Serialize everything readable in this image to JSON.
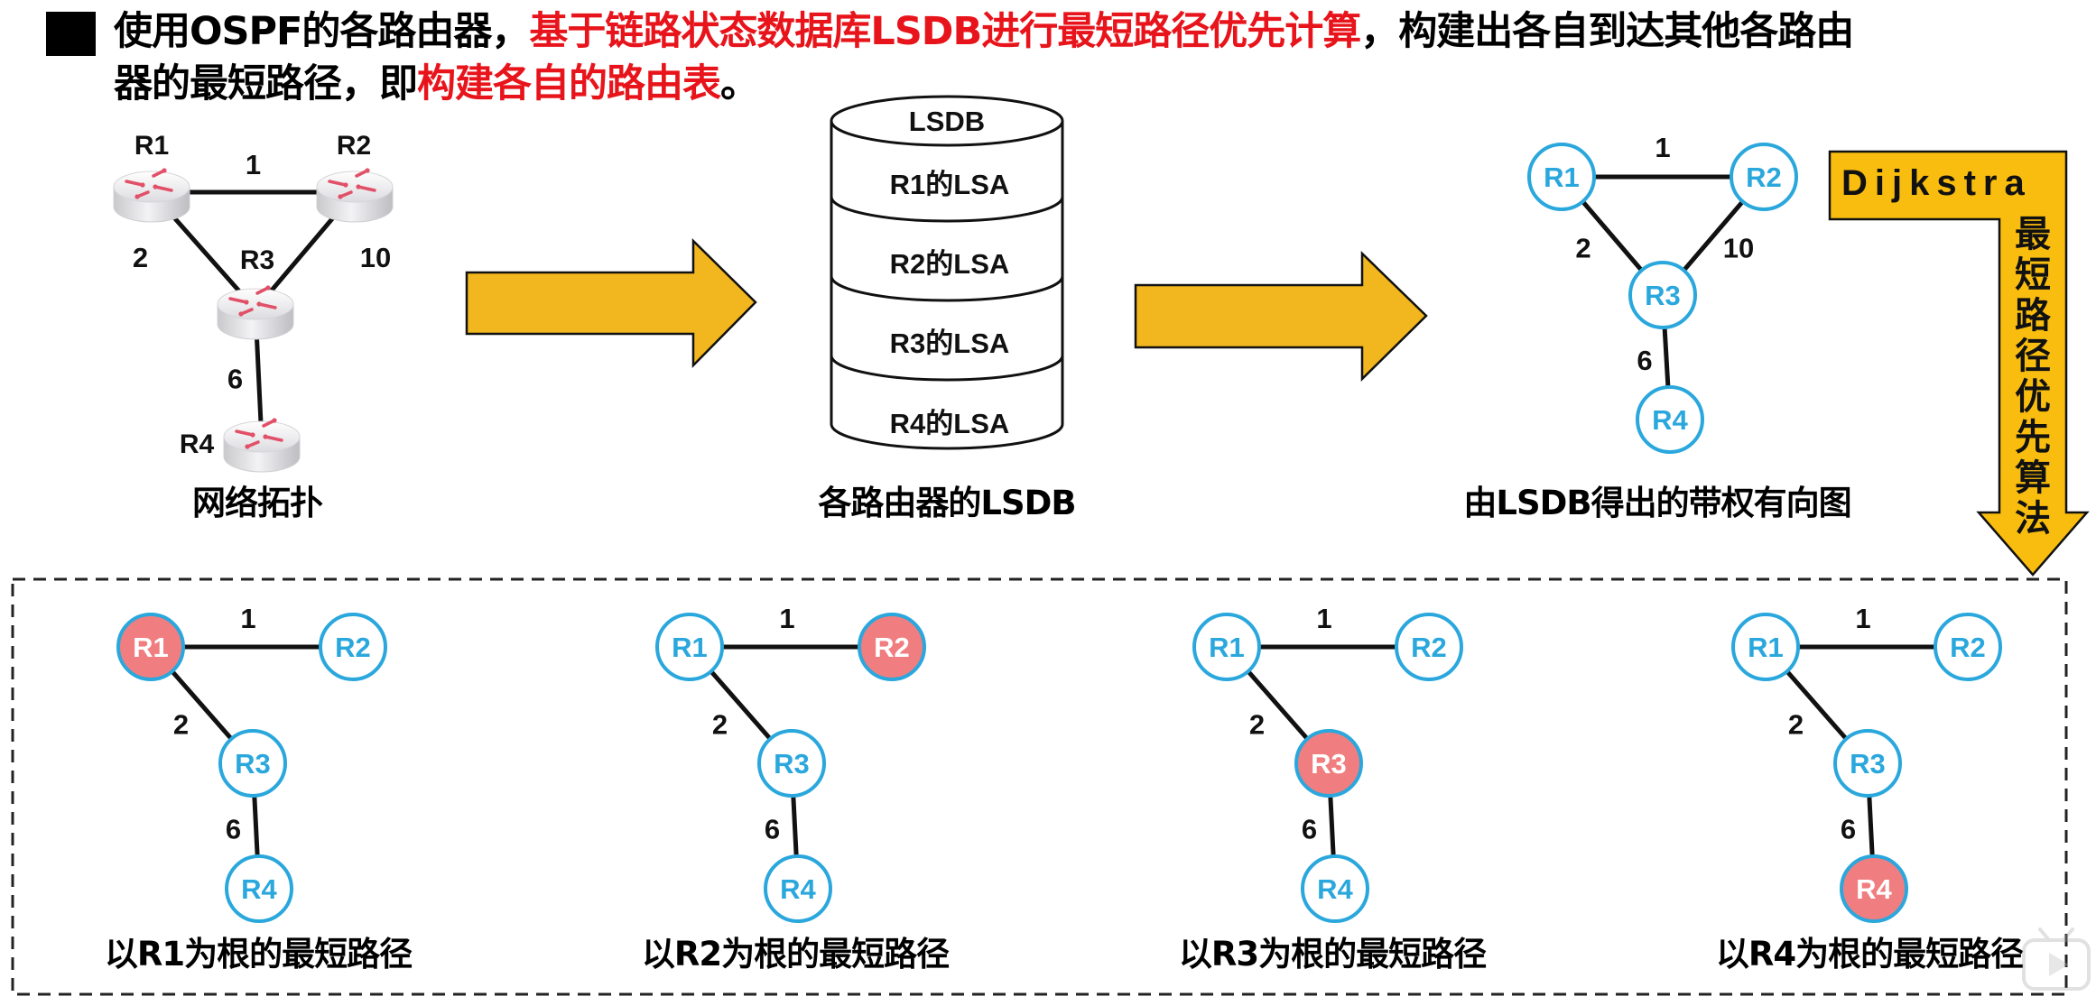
{
  "title": {
    "line1_parts": [
      {
        "text": "使用OSPF的各路由器，",
        "color": "black"
      },
      {
        "text": "基于链路状态数据库LSDB进行最短路径优先计算",
        "color": "red"
      },
      {
        "text": "，构建出各自到达其他各路由",
        "color": "black"
      }
    ],
    "line2_parts": [
      {
        "text": "器的最短路径，即",
        "color": "black"
      },
      {
        "text": "构建各自的路由表",
        "color": "red"
      },
      {
        "text": "。",
        "color": "black"
      }
    ]
  },
  "colors": {
    "title_red": "#e8141b",
    "node_blue": "#2aa7dc",
    "root_fill": "#f07e80",
    "arrow_fill": "#f2b71e",
    "dijkstra_fill": "#f9bd0f",
    "edge": "#111111"
  },
  "topology": {
    "caption": "网络拓扑",
    "routers": [
      {
        "id": "R1",
        "label": "R1"
      },
      {
        "id": "R2",
        "label": "R2"
      },
      {
        "id": "R3",
        "label": "R3"
      },
      {
        "id": "R4",
        "label": "R4"
      }
    ],
    "links": [
      {
        "from": "R1",
        "to": "R2",
        "cost": "1"
      },
      {
        "from": "R1",
        "to": "R3",
        "cost": "2"
      },
      {
        "from": "R2",
        "to": "R3",
        "cost": "10"
      },
      {
        "from": "R3",
        "to": "R4",
        "cost": "6"
      }
    ]
  },
  "lsdb": {
    "header": "LSDB",
    "entries": [
      "R1的LSA",
      "R2的LSA",
      "R3的LSA",
      "R4的LSA"
    ],
    "caption": "各路由器的LSDB"
  },
  "weighted_graph": {
    "caption": "由LSDB得出的带权有向图",
    "nodes": [
      "R1",
      "R2",
      "R3",
      "R4"
    ],
    "edges": [
      {
        "from": "R1",
        "to": "R2",
        "cost": "1"
      },
      {
        "from": "R1",
        "to": "R3",
        "cost": "2"
      },
      {
        "from": "R2",
        "to": "R3",
        "cost": "10"
      },
      {
        "from": "R3",
        "to": "R4",
        "cost": "6"
      }
    ]
  },
  "dijkstra": {
    "word": "Dijkstra",
    "vertical_chars": [
      "最",
      "短",
      "路",
      "径",
      "优",
      "先",
      "算",
      "法"
    ]
  },
  "shortest_path_trees": [
    {
      "root": "R1",
      "caption": "以R1为根的最短路径",
      "edges": [
        {
          "from": "R1",
          "to": "R2",
          "cost": "1"
        },
        {
          "from": "R1",
          "to": "R3",
          "cost": "2"
        },
        {
          "from": "R3",
          "to": "R4",
          "cost": "6"
        }
      ]
    },
    {
      "root": "R2",
      "caption": "以R2为根的最短路径",
      "edges": [
        {
          "from": "R1",
          "to": "R2",
          "cost": "1"
        },
        {
          "from": "R1",
          "to": "R3",
          "cost": "2"
        },
        {
          "from": "R3",
          "to": "R4",
          "cost": "6"
        }
      ]
    },
    {
      "root": "R3",
      "caption": "以R3为根的最短路径",
      "edges": [
        {
          "from": "R1",
          "to": "R2",
          "cost": "1"
        },
        {
          "from": "R1",
          "to": "R3",
          "cost": "2"
        },
        {
          "from": "R3",
          "to": "R4",
          "cost": "6"
        }
      ]
    },
    {
      "root": "R4",
      "caption": "以R4为根的最短路径",
      "edges": [
        {
          "from": "R1",
          "to": "R2",
          "cost": "1"
        },
        {
          "from": "R1",
          "to": "R3",
          "cost": "2"
        },
        {
          "from": "R3",
          "to": "R4",
          "cost": "6"
        }
      ]
    }
  ],
  "watermark": {
    "icon": "video-player-tv-icon"
  }
}
